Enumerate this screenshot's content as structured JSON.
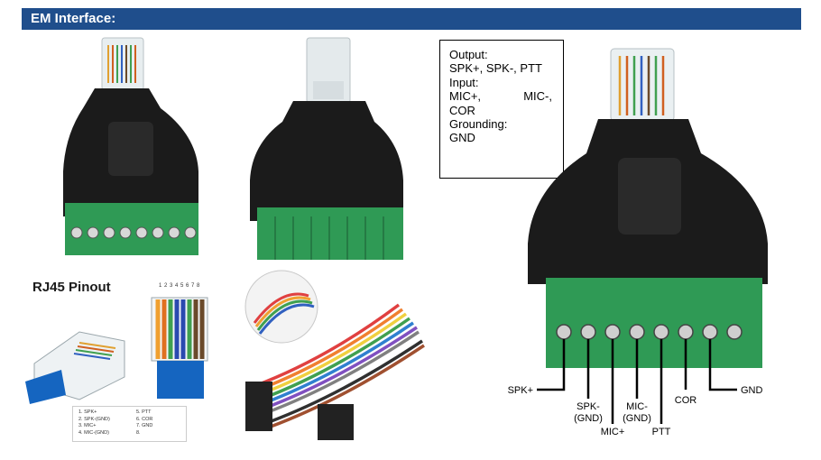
{
  "section_title": "EM Interface:",
  "info_box": {
    "output_heading": "Output:",
    "output_signals": "SPK+, SPK-, PTT",
    "input_heading": "Input:",
    "input_mic_plus": "MIC+,",
    "input_mic_minus": "MIC-,",
    "input_cor": "COR",
    "grounding_heading": "Grounding:",
    "grounding_value": "GND"
  },
  "pinout": {
    "title": "RJ45 Pinout",
    "pin_numbers": "1 2 3 4 5 6 7 8",
    "legend": [
      {
        "num": "1.",
        "label": "SPK+"
      },
      {
        "num": "2.",
        "label": "SPK-(GND)"
      },
      {
        "num": "3.",
        "label": "MIC+"
      },
      {
        "num": "4.",
        "label": "MIC-(GND)"
      },
      {
        "num": "5.",
        "label": "PTT"
      },
      {
        "num": "6.",
        "label": "COR"
      },
      {
        "num": "7.",
        "label": "GND"
      },
      {
        "num": "8.",
        "label": ""
      }
    ]
  },
  "terminal_labels": {
    "spk_plus": "SPK+",
    "spk_minus": "SPK-",
    "spk_minus_sub": "(GND)",
    "mic_plus": "MIC+",
    "mic_minus": "MIC-",
    "mic_minus_sub": "(GND)",
    "ptt": "PTT",
    "cor": "COR",
    "gnd": "GND"
  },
  "colors": {
    "banner": "#1f4e8c",
    "terminal_green": "#2f9a55",
    "connector_black": "#1b1b1b",
    "cable_blue": "#1565c0"
  }
}
